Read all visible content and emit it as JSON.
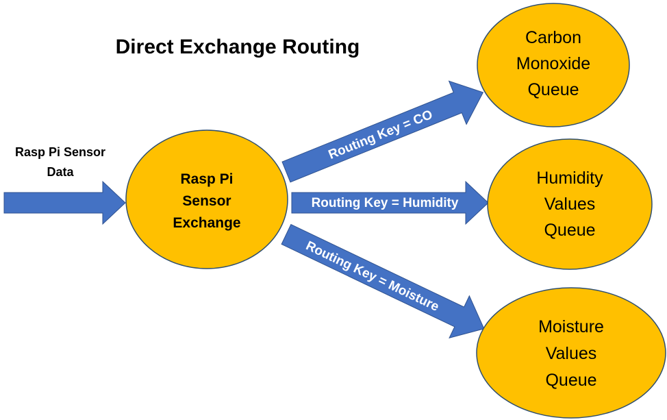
{
  "title": "Direct Exchange Routing",
  "source": {
    "line1": "Rasp Pi Sensor",
    "line2": "Data"
  },
  "exchange": {
    "line1": "Rasp Pi",
    "line2": "Sensor",
    "line3": "Exchange"
  },
  "routes": {
    "co": "Routing Key = CO",
    "humidity": "Routing Key = Humidity",
    "moisture": "Routing Key = Moisture"
  },
  "queues": {
    "co": {
      "line1": "Carbon",
      "line2": "Monoxide",
      "line3": "Queue"
    },
    "humidity": {
      "line1": "Humidity",
      "line2": "Values",
      "line3": "Queue"
    },
    "moisture": {
      "line1": "Moisture",
      "line2": "Values",
      "line3": "Queue"
    }
  },
  "colors": {
    "node_fill": "#FFC000",
    "arrow_fill": "#4472C4",
    "arrow_text": "#FFFFFF"
  }
}
